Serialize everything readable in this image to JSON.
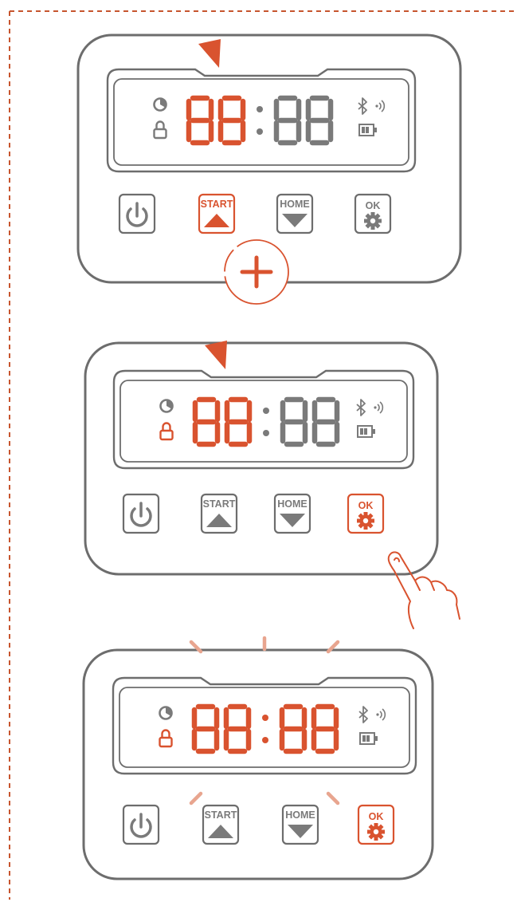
{
  "colors": {
    "accent": "#d9532f",
    "outline": "#6d6d6d",
    "inactive": "#7a7a7a",
    "glow": "#e8a58f",
    "page_border": "#c7552e"
  },
  "panels": [
    {
      "step": "press-start",
      "digits_active": [
        true,
        true,
        false,
        false
      ],
      "clock_active": false,
      "lock_active": false,
      "start_active": true,
      "ok_active": false,
      "pointer_arrow": true,
      "plus_callout": true,
      "hand": false,
      "glow": false,
      "buttons": {
        "start": "START",
        "home": "HOME",
        "ok": "OK"
      },
      "icons": [
        "clock-icon",
        "lock-icon",
        "bluetooth-icon",
        "wifi-signal-icon",
        "battery-icon",
        "power-icon",
        "up-arrow-icon",
        "down-arrow-icon",
        "gear-icon",
        "plus-icon"
      ]
    },
    {
      "step": "press-ok",
      "digits_active": [
        true,
        true,
        false,
        false
      ],
      "clock_active": false,
      "lock_active": true,
      "start_active": false,
      "ok_active": true,
      "pointer_arrow": true,
      "plus_callout": false,
      "hand": true,
      "glow": false,
      "buttons": {
        "start": "START",
        "home": "HOME",
        "ok": "OK"
      },
      "icons": [
        "clock-icon",
        "lock-icon",
        "bluetooth-icon",
        "wifi-signal-icon",
        "battery-icon",
        "power-icon",
        "up-arrow-icon",
        "down-arrow-icon",
        "gear-icon",
        "finger-pointer-icon"
      ]
    },
    {
      "step": "confirmed",
      "digits_active": [
        true,
        true,
        true,
        true
      ],
      "clock_active": false,
      "lock_active": true,
      "start_active": false,
      "ok_active": true,
      "pointer_arrow": false,
      "plus_callout": false,
      "hand": false,
      "glow": true,
      "buttons": {
        "start": "START",
        "home": "HOME",
        "ok": "OK"
      },
      "icons": [
        "clock-icon",
        "lock-icon",
        "bluetooth-icon",
        "wifi-signal-icon",
        "battery-icon",
        "power-icon",
        "up-arrow-icon",
        "down-arrow-icon",
        "gear-icon"
      ]
    }
  ]
}
